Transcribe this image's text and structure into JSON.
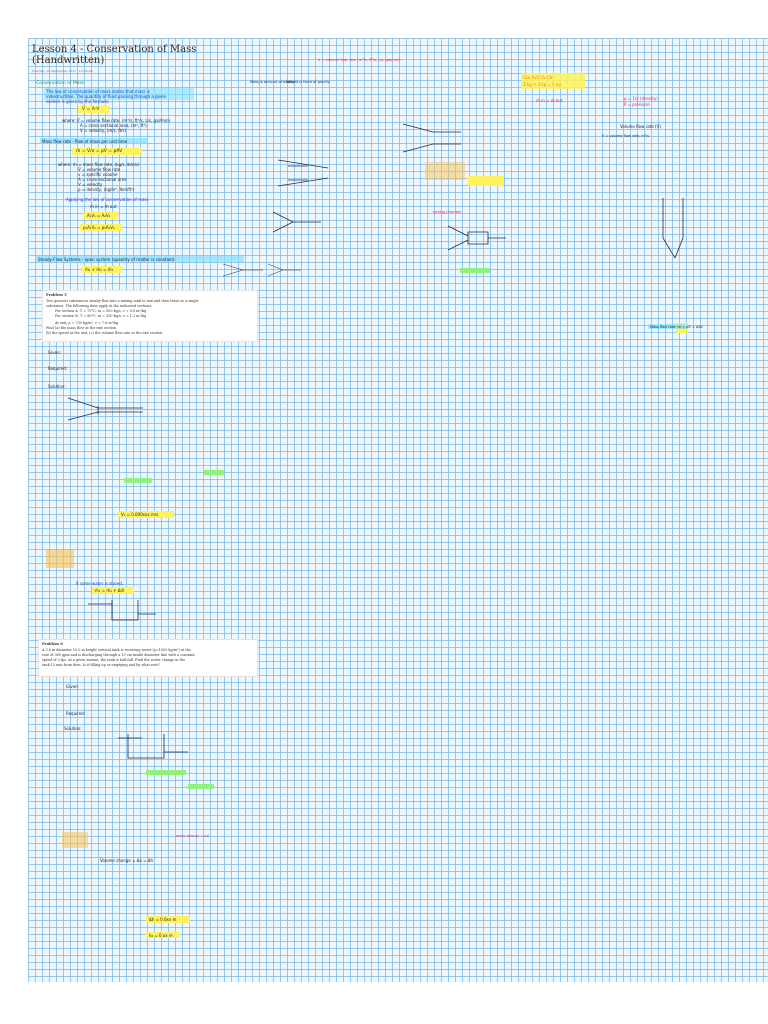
{
  "title": "Lesson 4 - Conservation of Mass",
  "subtitle": "(Handwritten)",
  "date": "Tuesday, 19 September 2017 · 12:46 pm",
  "top_right_note": "V̇ = volume flow rate (m³/s, ft³/s, L/s, gal/min)",
  "sections": {
    "conservation": "Conservation of Mass",
    "mass_flow": "Mass flow rate - flow of mass per unit time",
    "steady_flow": "Steady-Flow Systems - open system (quantity of matter is constant)",
    "applying": "Applying the law of conservation of mass",
    "volume_flow": "Volume flow rate (V̇)"
  },
  "notes": {
    "law_1": "The law of conservation of mass states that mass is",
    "law_2": "indestructible. The quantity of fluid passing through a given",
    "law_3": "section is given by the formula:",
    "eq_v": "V̇ = A·V",
    "where_1": "where: V̇ = volume flow rate, (m³/s, ft³/s, L/s, gal/min)",
    "where_2": "A = cross sectional area, (m², ft²)",
    "where_3": "V = velocity, (m/s, ft/s)",
    "eq_m": "ṁ = V̇/v = ρV̇ = ρAV",
    "mwhere_1": "where: ṁ = mass flow rate, (kg/s, lbm/s)",
    "mwhere_2": "V̇ = volume flow rate",
    "mwhere_3": "v = specific volume",
    "mwhere_4": "A = cross-sectional area",
    "mwhere_5": "V = velocity",
    "mwhere_6": "ρ = density, (kg/m³, lbm/ft³)",
    "min_mout": "ṁ in = ṁ out",
    "a1v1": "A₁V₁ = A₂V₂",
    "rho": "ρ₁A₁V₁ = ρ₂A₂V₂",
    "steady_eq": "ṁ₁ + ṁ₂ = ṁ₃",
    "mass_col": "Mass is amount of matter",
    "weight_col": "Weight is force of gravity",
    "comp": "CH₄  H₂O    O₂     CH",
    "comp2": "3 kg + 2 kg  =   5 kg",
    "min_eq": "ṁ in = ṁ out",
    "rho_def": "ρ = 1/v (density)",
    "p_def": "P = pressure",
    "vol_flow_lines": "V̇ = volume flow rate, m³/s",
    "mixing_chamber": "mixing chamber",
    "mass_flow_rate": "Mass flow rate: ṁ = ρV̇ = ρAV",
    "given": "Given:",
    "required": "Required:",
    "solution": "Solution:",
    "answer1": "V₃ = 0.000xxx m/s",
    "if_leak": "If some water is stored,",
    "leak_eq": "ṁ₁ = ṁ₂ + Δṁ",
    "given2": "Given:",
    "required2": "Required:",
    "solution2": "Solution:",
    "volume_change": "Volume change = Δv = Δh",
    "answer2": "Δh = 0.0xx m",
    "mass_density": "mass density = ρV",
    "final": "h₂ = 0.xx m"
  },
  "problems": {
    "p1_label": "Problem 5",
    "p1_lines": [
      "Two gaseous substances steady-flow into a mixing tank to mix and then leave as a single",
      "substance. The following data apply at the indicated sections:",
      "For section A, T = 75°C, ṁ = 500 kg/s, v = 0.8 m³/kg",
      "For section B, T = 80°C, ṁ = 350 kg/s, v = 1.2 m³/kg",
      "At exit, ρ = 750 kg/m³, v = 7.6 m³/kg",
      "Find (a) the mass flow at the exit section",
      "(b) the speed at the exit, (c) the volume flow rate at the exit section."
    ],
    "p2_label": "Problem 6",
    "p2_lines": [
      "A 3.6 m diameter 10.0 m height vertical tank is receiving water (ρ=1000 kg/m³) at the",
      "rate of 360 gpm and is discharging through a 15 cm inside diameter line with a constant",
      "speed of 3 fps. At a given instant, the tank is half full. Find the water change in the",
      "tank 15 min from then. Is it filling up or emptying and by what rate?"
    ]
  }
}
